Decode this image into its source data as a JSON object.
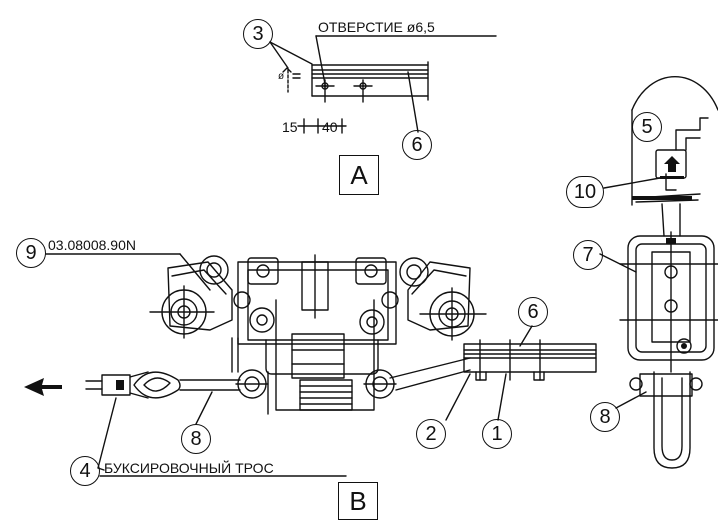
{
  "labels": {
    "hole_note": "ОТВЕРСТИЕ ø6,5",
    "dim_15": "15",
    "dim_40": "40",
    "phi_small": "ø",
    "part_code": "03.08008.90N",
    "tow_cable": "БУКСИРОВОЧНЫЙ ТРОС"
  },
  "views": {
    "view_a": "A",
    "view_b": "B"
  },
  "callouts": {
    "c1": "1",
    "c2": "2",
    "c3": "3",
    "c4": "4",
    "c5": "5",
    "c6_top": "6",
    "c6_main": "6",
    "c7": "7",
    "c8_main": "8",
    "c8_side": "8",
    "c9": "9",
    "c10": "10"
  },
  "colors": {
    "ink": "#111111",
    "background": "#ffffff"
  }
}
